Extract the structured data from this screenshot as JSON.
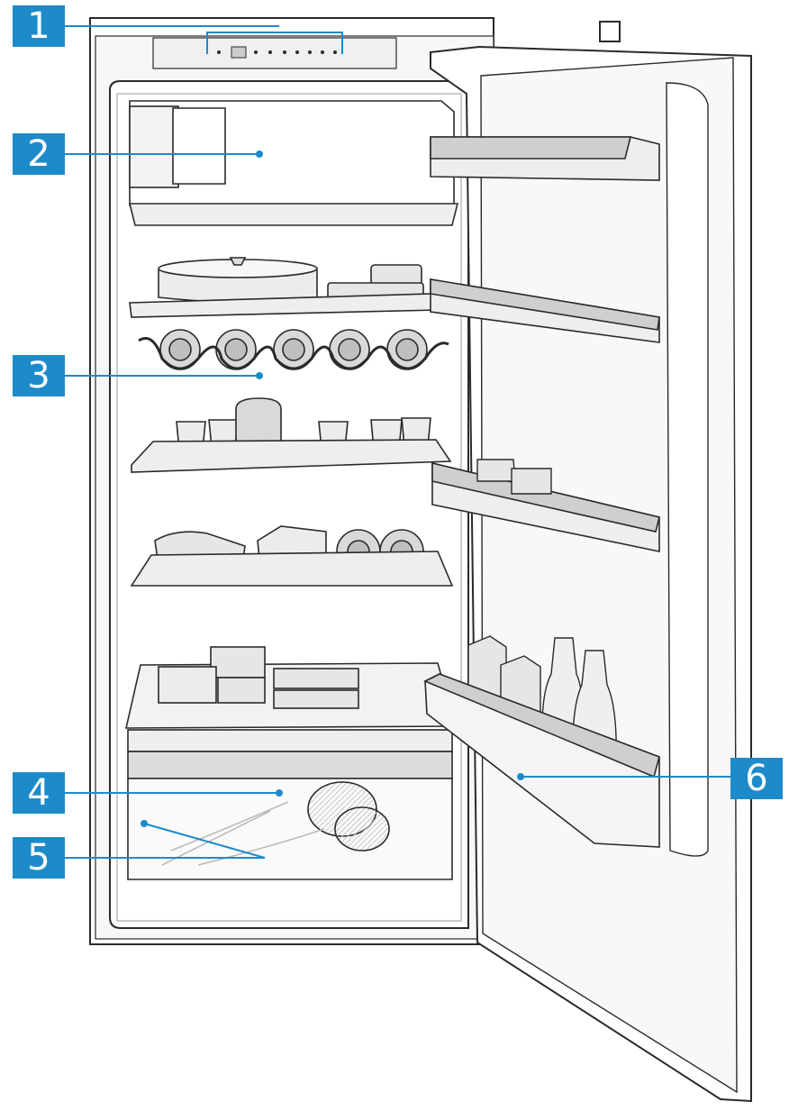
{
  "callouts": [
    {
      "number": "1"
    },
    {
      "number": "2"
    },
    {
      "number": "3"
    },
    {
      "number": "4"
    },
    {
      "number": "5"
    },
    {
      "number": "6"
    }
  ],
  "colors": {
    "callout_fill": "#1d8bc9",
    "callout_text": "#ffffff",
    "leader_line": "#1d8bc9",
    "outline": "#2a2a2a",
    "cabinet_fill": "#ffffff",
    "shelf_fill": "#eeeeee",
    "item_fill": "#d9d9d9"
  },
  "icons": {
    "appliance": "open-refrigerator-illustration"
  }
}
